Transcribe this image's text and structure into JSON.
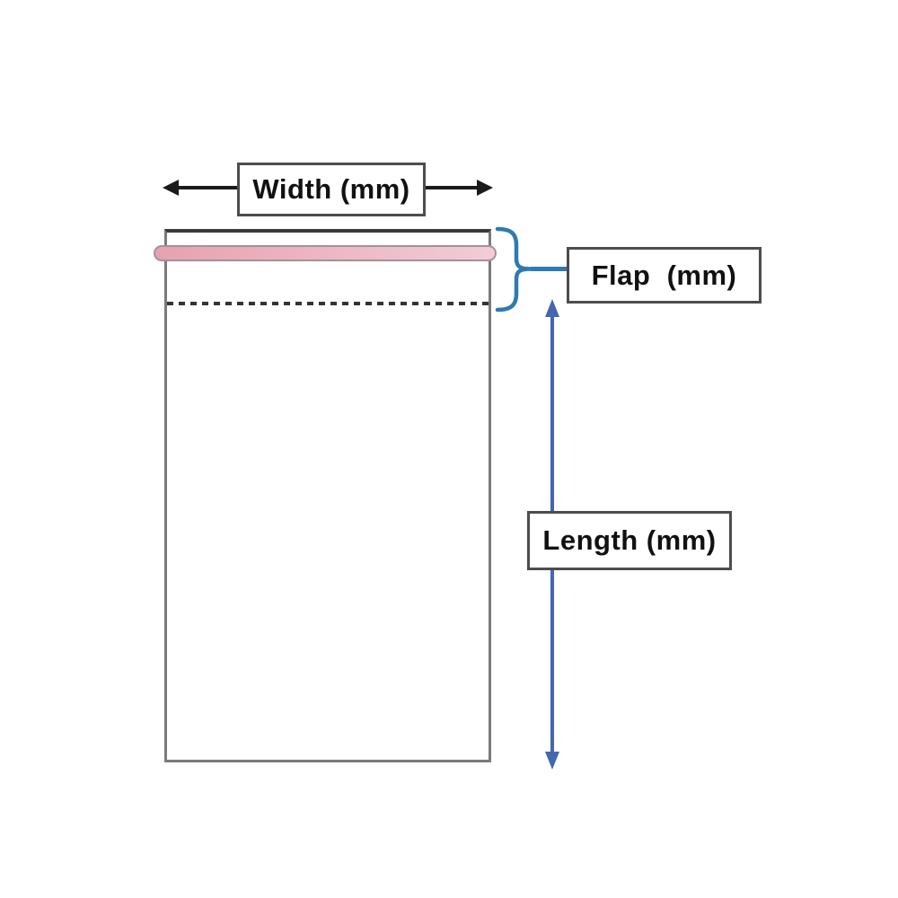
{
  "diagram": {
    "description": "Bag dimension diagram showing width, flap and length measurements",
    "labels": {
      "width": "Width (mm)",
      "flap": "Flap  (mm)",
      "length": "Length (mm)"
    }
  },
  "colors": {
    "box_border": "#4d4d4d",
    "arrow_black": "#1a1a1a",
    "arrow_blue": "#4566b0",
    "brace_blue": "#2e7bb0",
    "bag_border": "#7a7a7a",
    "bag_border_top": "#3b3b3b",
    "tape_pink_start": "#e6a2b0",
    "tape_pink_end": "#f2ccd6",
    "tape_border": "#a5909b",
    "dotted_line": "#333333"
  }
}
